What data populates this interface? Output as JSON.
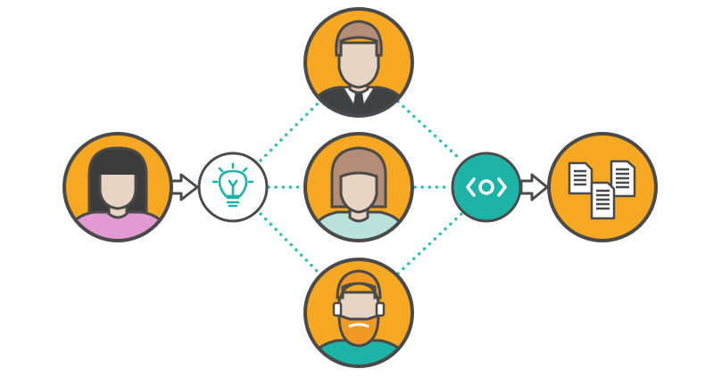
{
  "diagram": {
    "nodes": [
      {
        "id": "requester",
        "kind": "person-avatar",
        "icon": "woman-long-black-hair-icon"
      },
      {
        "id": "idea",
        "kind": "icon-circle",
        "icon": "lightbulb-icon"
      },
      {
        "id": "reviewer-top",
        "kind": "person-avatar",
        "icon": "man-suit-tie-icon"
      },
      {
        "id": "reviewer-middle",
        "kind": "person-avatar",
        "icon": "woman-short-hair-icon"
      },
      {
        "id": "reviewer-bottom",
        "kind": "person-avatar",
        "icon": "man-beard-headset-icon"
      },
      {
        "id": "review",
        "kind": "icon-circle",
        "icon": "eye-icon"
      },
      {
        "id": "output",
        "kind": "icon-circle",
        "icon": "documents-icon"
      }
    ],
    "edges": [
      {
        "from": "requester",
        "to": "idea",
        "style": "arrow"
      },
      {
        "from": "idea",
        "to": "reviewer-top",
        "style": "dotted"
      },
      {
        "from": "idea",
        "to": "reviewer-middle",
        "style": "dotted"
      },
      {
        "from": "idea",
        "to": "reviewer-bottom",
        "style": "dotted"
      },
      {
        "from": "reviewer-top",
        "to": "review",
        "style": "dotted"
      },
      {
        "from": "reviewer-middle",
        "to": "review",
        "style": "dotted"
      },
      {
        "from": "reviewer-bottom",
        "to": "review",
        "style": "dotted"
      },
      {
        "from": "review",
        "to": "output",
        "style": "arrow"
      }
    ]
  },
  "colors": {
    "orange": "#F7A823",
    "outline": "#4A4A4A",
    "teal": "#1DB3A6",
    "teal_light": "#32BFB1",
    "skin": "#E8D4C3",
    "pink": "#E29BD2",
    "light_teal_shirt": "#B9E2DA",
    "dark_hair": "#3C3C3C",
    "brown_hair": "#B38D75",
    "ginger": "#F09A25",
    "suit": "#3F4042",
    "white": "#FFFFFF"
  }
}
